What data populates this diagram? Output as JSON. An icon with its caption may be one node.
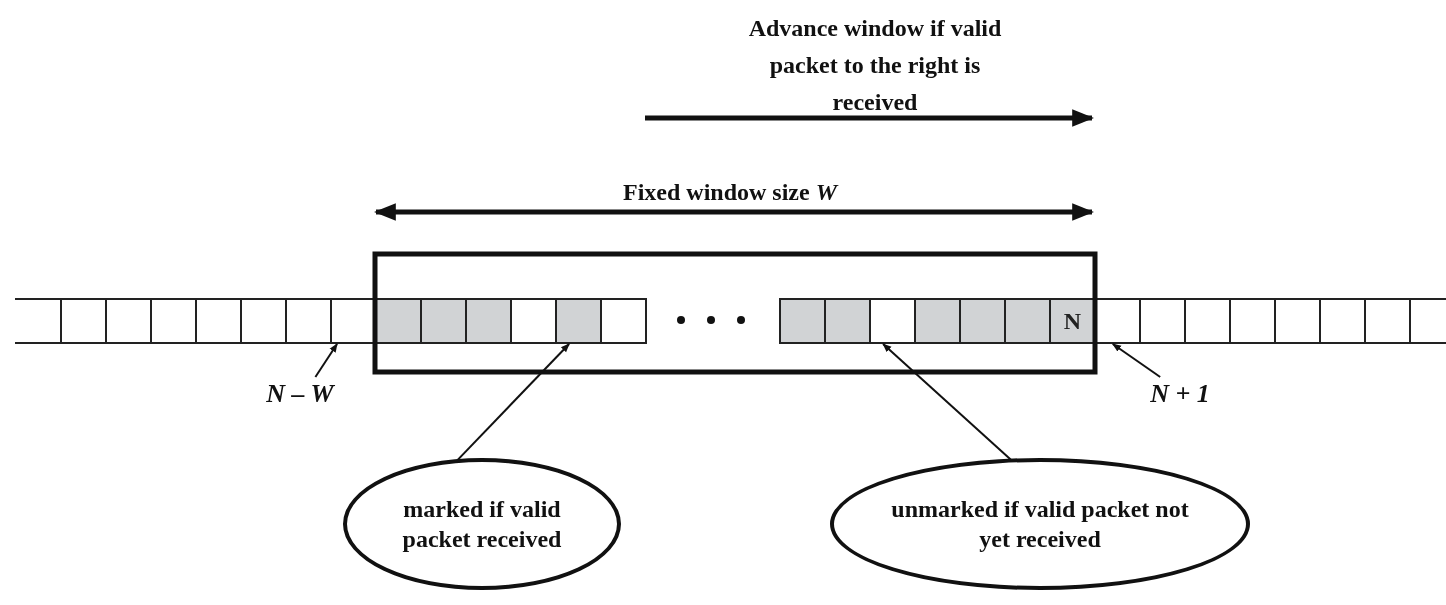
{
  "diagram": {
    "nodes": [
      {
        "text": [],
        "shape": "box"
      },
      {
        "text": [],
        "shape": "box"
      },
      {
        "text": [],
        "shape": "box"
      },
      {
        "text": [],
        "shape": "box"
      },
      {
        "text": [],
        "shape": "box"
      },
      {
        "text": [],
        "shape": "box"
      },
      {
        "text": [],
        "shape": "box"
      },
      {
        "text": [],
        "shape": "box"
      },
      {
        "text": [],
        "shape": "box"
      },
      {
        "text": [],
        "shape": "box"
      },
      {
        "text": [],
        "shape": "box"
      },
      {
        "text": [],
        "shape": "box"
      },
      {
        "text": [],
        "shape": "box"
      },
      {
        "text": [],
        "shape": "box"
      },
      {
        "text": [],
        "shape": "box"
      },
      {
        "text": [],
        "shape": "box"
      },
      {
        "text": [],
        "shape": "box"
      },
      {
        "text": [],
        "shape": "box"
      },
      {
        "text": [],
        "shape": "box"
      },
      {
        "text": [],
        "shape": "box"
      },
      {
        "text": [
          "N"
        ]
      },
      {
        "text": [],
        "shape": "box"
      },
      {
        "text": [],
        "shape": "box"
      },
      {
        "text": [],
        "shape": "box"
      },
      {
        "text": [],
        "shape": "box"
      },
      {
        "text": [],
        "shape": "box"
      },
      {
        "text": [],
        "shape": "box"
      },
      {
        "text": [],
        "shape": "box"
      },
      {
        "text": [],
        "shape": "box"
      },
      {
        "text": [
          "*N* – *W*"
        ]
      },
      {
        "text": [
          "*N* + 1"
        ]
      },
      {
        "text": [
          "marked if valid packet received"
        ]
      },
      {
        "text": [
          "unmarked if valid packet not yet received"
        ]
      }
    ],
    "edges": [
      {
        "from": 29,
        "to": 7,
        "arrow": "to"
      },
      {
        "from": 31,
        "to": 12,
        "arrow": "to"
      },
      {
        "from": 32,
        "to": 16,
        "arrow": "to"
      },
      {
        "from": 30,
        "to": 21,
        "arrow": "to"
      }
    ],
    "labels": [
      "Advance window if valid packet to the right is received",
      "Fixed window size *W*"
    ]
  }
}
